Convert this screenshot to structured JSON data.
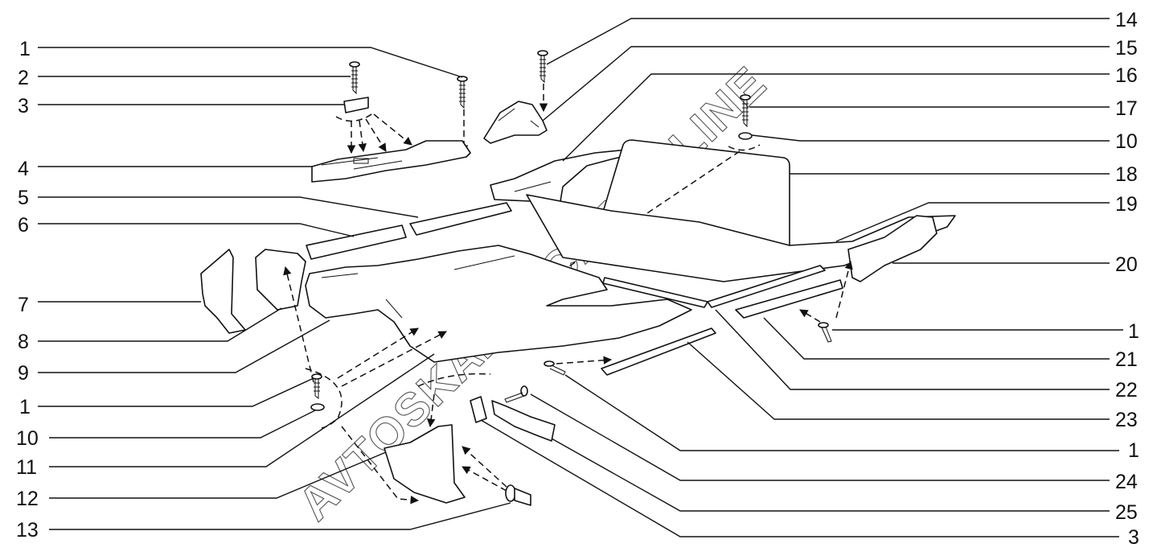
{
  "diagram": {
    "type": "exploded parts diagram",
    "subject": "vehicle floor covering / interior floor trim assembly",
    "watermark": "AVTOSKAZKACAT.ONLINE",
    "colors": {
      "line": "#111111",
      "background": "#ffffff",
      "watermark": "#555555"
    },
    "callouts_left": [
      {
        "id": "l1",
        "label": "1",
        "part": "screw"
      },
      {
        "id": "l2",
        "label": "2",
        "part": "screw"
      },
      {
        "id": "l3",
        "label": "3",
        "part": "clip"
      },
      {
        "id": "l4",
        "label": "4",
        "part": "tunnel rear trim panel"
      },
      {
        "id": "l5",
        "label": "5",
        "part": "sill trim strip"
      },
      {
        "id": "l6",
        "label": "6",
        "part": "sill trim strip"
      },
      {
        "id": "l7",
        "label": "7",
        "part": "side trim bracket"
      },
      {
        "id": "l8",
        "label": "8",
        "part": "side panel trim"
      },
      {
        "id": "l9",
        "label": "9",
        "part": "front floor covering"
      },
      {
        "id": "l10",
        "label": "1",
        "part": "screw"
      },
      {
        "id": "l11",
        "label": "10",
        "part": "cap"
      },
      {
        "id": "l12",
        "label": "11",
        "part": "floor covering"
      },
      {
        "id": "l13",
        "label": "12",
        "part": "footwell trim"
      },
      {
        "id": "l14",
        "label": "13",
        "part": "plastic rivet"
      }
    ],
    "callouts_right": [
      {
        "id": "r1",
        "label": "14",
        "part": "screw"
      },
      {
        "id": "r2",
        "label": "15",
        "part": "console cap"
      },
      {
        "id": "r3",
        "label": "16",
        "part": "tunnel trim"
      },
      {
        "id": "r4",
        "label": "17",
        "part": "screw"
      },
      {
        "id": "r5",
        "label": "10",
        "part": "cap"
      },
      {
        "id": "r6",
        "label": "18",
        "part": "rear seat back panel"
      },
      {
        "id": "r7",
        "label": "19",
        "part": "rear floor covering"
      },
      {
        "id": "r8",
        "label": "20",
        "part": "rear side trim"
      },
      {
        "id": "r9",
        "label": "1",
        "part": "screw"
      },
      {
        "id": "r10",
        "label": "21",
        "part": "sill trim strip"
      },
      {
        "id": "r11",
        "label": "22",
        "part": "sill trim strip"
      },
      {
        "id": "r12",
        "label": "23",
        "part": "sill trim strip"
      },
      {
        "id": "r13",
        "label": "1",
        "part": "screw"
      },
      {
        "id": "r14",
        "label": "24",
        "part": "bracket"
      },
      {
        "id": "r15",
        "label": "25",
        "part": "bracket"
      },
      {
        "id": "r16",
        "label": "3",
        "part": "clip"
      }
    ]
  }
}
